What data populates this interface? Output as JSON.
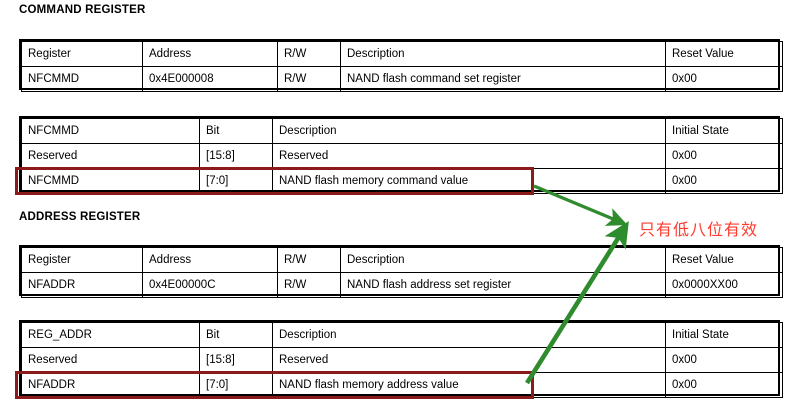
{
  "page": {
    "background": "#ffffff",
    "annotation_color": "#8B1A1A",
    "arrow_color": "#2E8B2E",
    "note_color": "#FF3B30"
  },
  "sections": [
    {
      "title": "COMMAND REGISTER"
    },
    {
      "title": "ADDRESS REGISTER"
    }
  ],
  "tables": {
    "command_register": {
      "headers": [
        "Register",
        "Address",
        "R/W",
        "Description",
        "Reset Value"
      ],
      "rows": [
        [
          "NFCMMD",
          "0x4E000008",
          "R/W",
          "NAND flash command set register",
          "0x00"
        ]
      ]
    },
    "nfcmmd_bits": {
      "headers": [
        "NFCMMD",
        "Bit",
        "Description",
        "Initial State"
      ],
      "rows": [
        [
          "Reserved",
          "[15:8]",
          "Reserved",
          "0x00"
        ],
        [
          "NFCMMD",
          "[7:0]",
          "NAND flash memory command value",
          "0x00"
        ]
      ]
    },
    "address_register": {
      "headers": [
        "Register",
        "Address",
        "R/W",
        "Description",
        "Reset Value"
      ],
      "rows": [
        [
          "NFADDR",
          "0x4E00000C",
          "R/W",
          "NAND flash address set register",
          "0x0000XX00"
        ]
      ]
    },
    "reg_addr_bits": {
      "headers": [
        "REG_ADDR",
        "Bit",
        "Description",
        "Initial State"
      ],
      "rows": [
        [
          "Reserved",
          "[15:8]",
          "Reserved",
          "0x00"
        ],
        [
          "NFADDR",
          "[7:0]",
          "NAND flash memory address value",
          "0x00"
        ]
      ]
    }
  },
  "annotations": {
    "note_text": "只有低八位有效",
    "highlight_1_label": "NFCMMD low-byte row highlight",
    "highlight_2_label": "NFADDR low-byte row highlight",
    "arrow_1_label": "arrow from NFCMMD row to note",
    "arrow_2_label": "arrow from NFADDR row to note"
  }
}
